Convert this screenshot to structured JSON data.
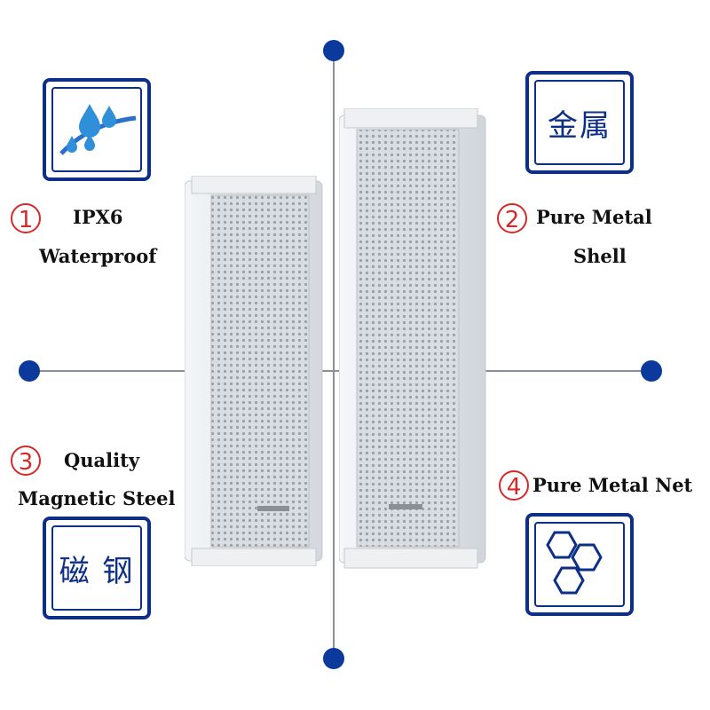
{
  "features": [
    {
      "number": "1",
      "line1": "IPX6",
      "line2": "Waterproof",
      "icon": "water-drops-icon"
    },
    {
      "number": "2",
      "line1": "Pure Metal",
      "line2": "Shell",
      "icon_text": "金属"
    },
    {
      "number": "3",
      "line1": "Quality",
      "line2": "Magnetic Steel",
      "icon_text": "磁 钢"
    },
    {
      "number": "4",
      "line1": "Pure Metal Net",
      "icon": "honeycomb-icon"
    }
  ],
  "colors": {
    "accent": "#0d2f86",
    "dot": "#0b3a9c",
    "number": "#d62a2a",
    "speaker": "#e8ebee"
  }
}
